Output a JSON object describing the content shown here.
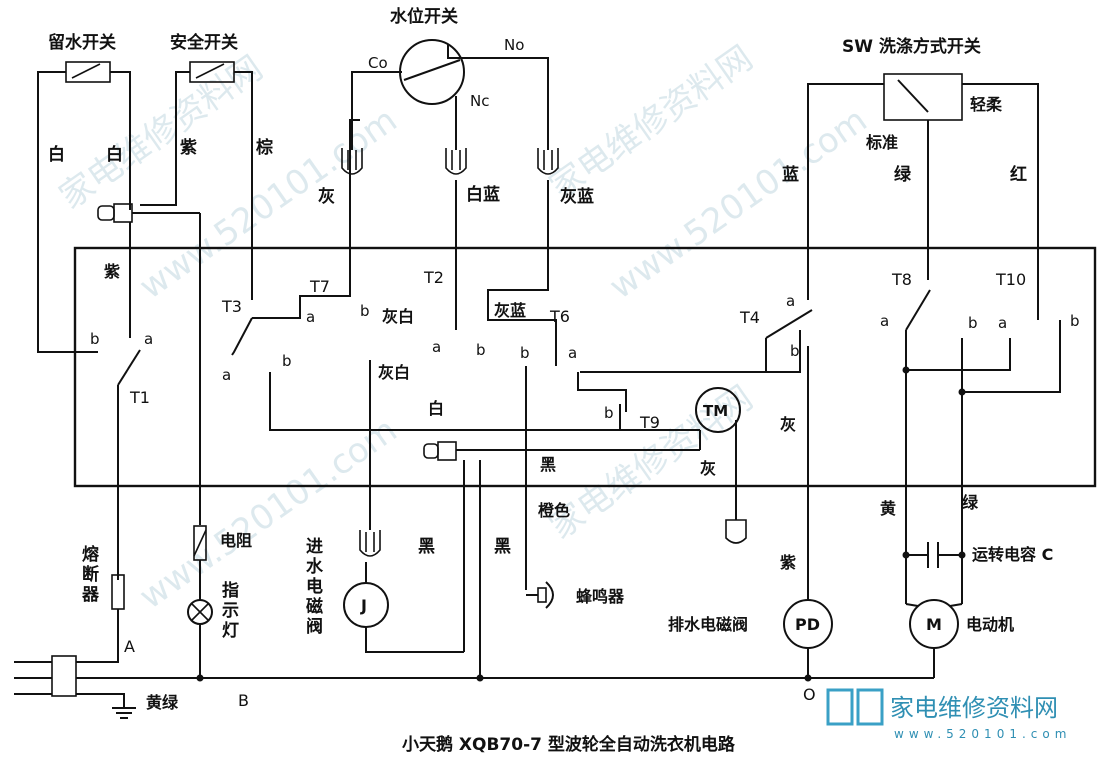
{
  "title": "小天鹅 XQB70-7 型波轮全自动洗衣机电路",
  "labels": {
    "drain_switch": "留水开关",
    "safety_switch": "安全开关",
    "water_level_switch": "水位开关",
    "wash_mode_switch": "SW 洗涤方式开关",
    "co": "Co",
    "no": "No",
    "nc": "Nc",
    "gentle": "轻柔",
    "standard": "标准",
    "fuse": "熔断器",
    "resistor": "电阻",
    "indicator": "指示灯",
    "inlet_valve": "进水电磁阀",
    "buzzer": "蜂鸣器",
    "drain_valve": "排水电磁阀",
    "motor": "电动机",
    "capacitor": "运转电容 C",
    "ground": "黄绿",
    "node_a": "A",
    "node_b": "B",
    "node_o": "O",
    "j": "J",
    "tm": "TM",
    "pd": "PD",
    "m": "M"
  },
  "wire_colors": {
    "bai": "白",
    "zi": "紫",
    "zong": "棕",
    "hui": "灰",
    "bailan": "白蓝",
    "huilan": "灰蓝",
    "lan": "蓝",
    "lv": "绿",
    "hong": "红",
    "huibai": "灰白",
    "hei": "黑",
    "chengse": "橙色",
    "huang": "黄"
  },
  "terminals": {
    "t1": "T1",
    "t2": "T2",
    "t3": "T3",
    "t4": "T4",
    "t6": "T6",
    "t7": "T7",
    "t8": "T8",
    "t9": "T9",
    "t10": "T10",
    "a": "a",
    "b": "b"
  },
  "watermark": {
    "site": "www.520101.com",
    "brand": "家电维修资料网",
    "logo_cn": "家电维修资料网",
    "logo_url": "www.520101.com"
  }
}
